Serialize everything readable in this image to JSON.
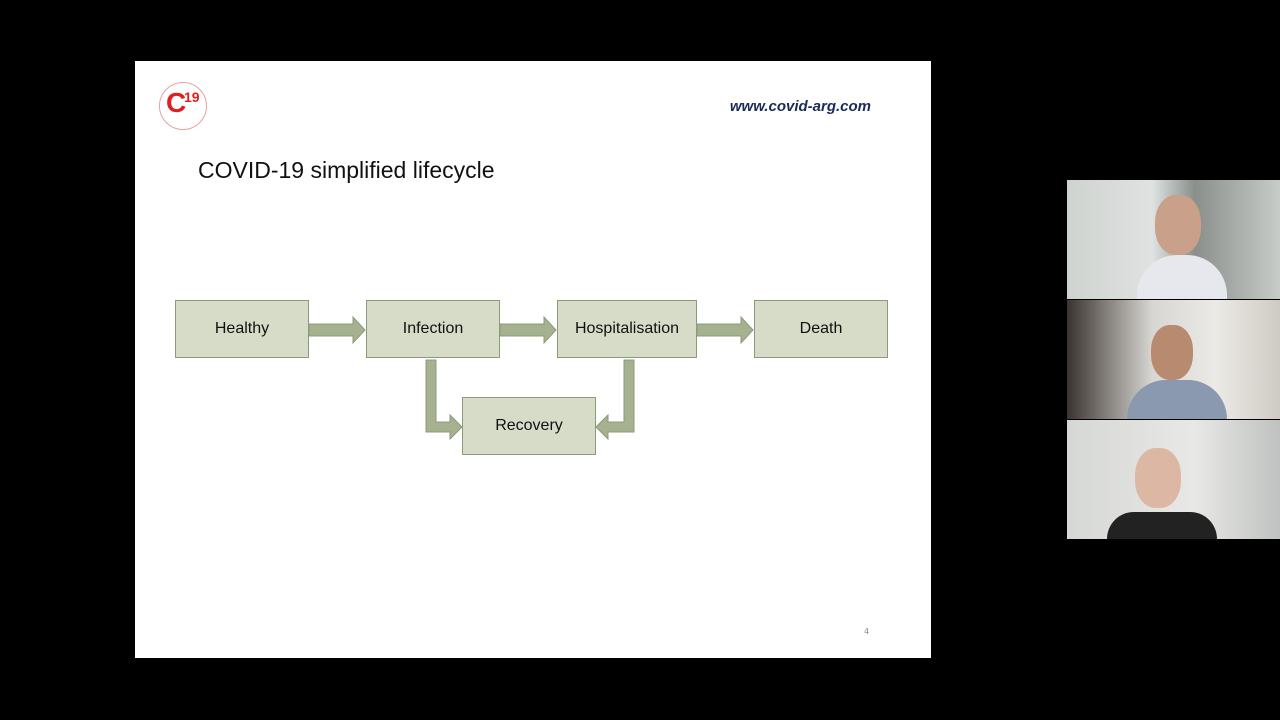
{
  "slide": {
    "logo_text": "C19",
    "url": "www.covid-arg.com",
    "title": "COVID-19 simplified lifecycle",
    "boxes": {
      "healthy": "Healthy",
      "infection": "Infection",
      "hospitalisation": "Hospitalisation",
      "death": "Death",
      "recovery": "Recovery"
    },
    "page_number": "4"
  },
  "colors": {
    "box_fill": "#d6dcc8",
    "arrow_fill": "#a6b190",
    "url": "#1a2a5a",
    "logo": "#e02020"
  }
}
